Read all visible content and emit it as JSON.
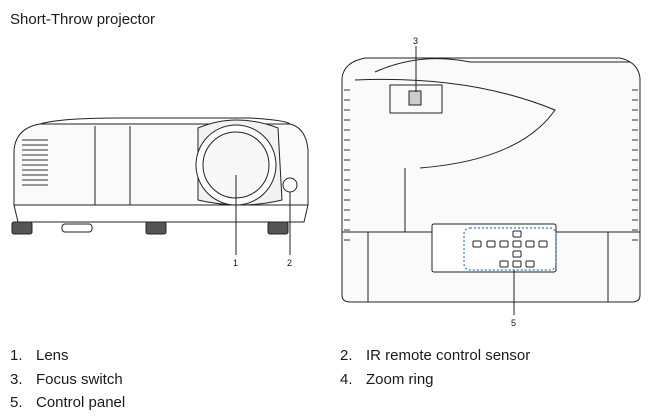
{
  "title": "Short-Throw projector",
  "callouts": {
    "c1": "1",
    "c2": "2",
    "c3": "3",
    "c5": "5"
  },
  "legend": [
    {
      "num": "1.",
      "label": "Lens"
    },
    {
      "num": "2.",
      "label": "IR remote control sensor"
    },
    {
      "num": "3.",
      "label": "Focus switch"
    },
    {
      "num": "4.",
      "label": "Zoom ring"
    },
    {
      "num": "5.",
      "label": "Control panel"
    }
  ]
}
